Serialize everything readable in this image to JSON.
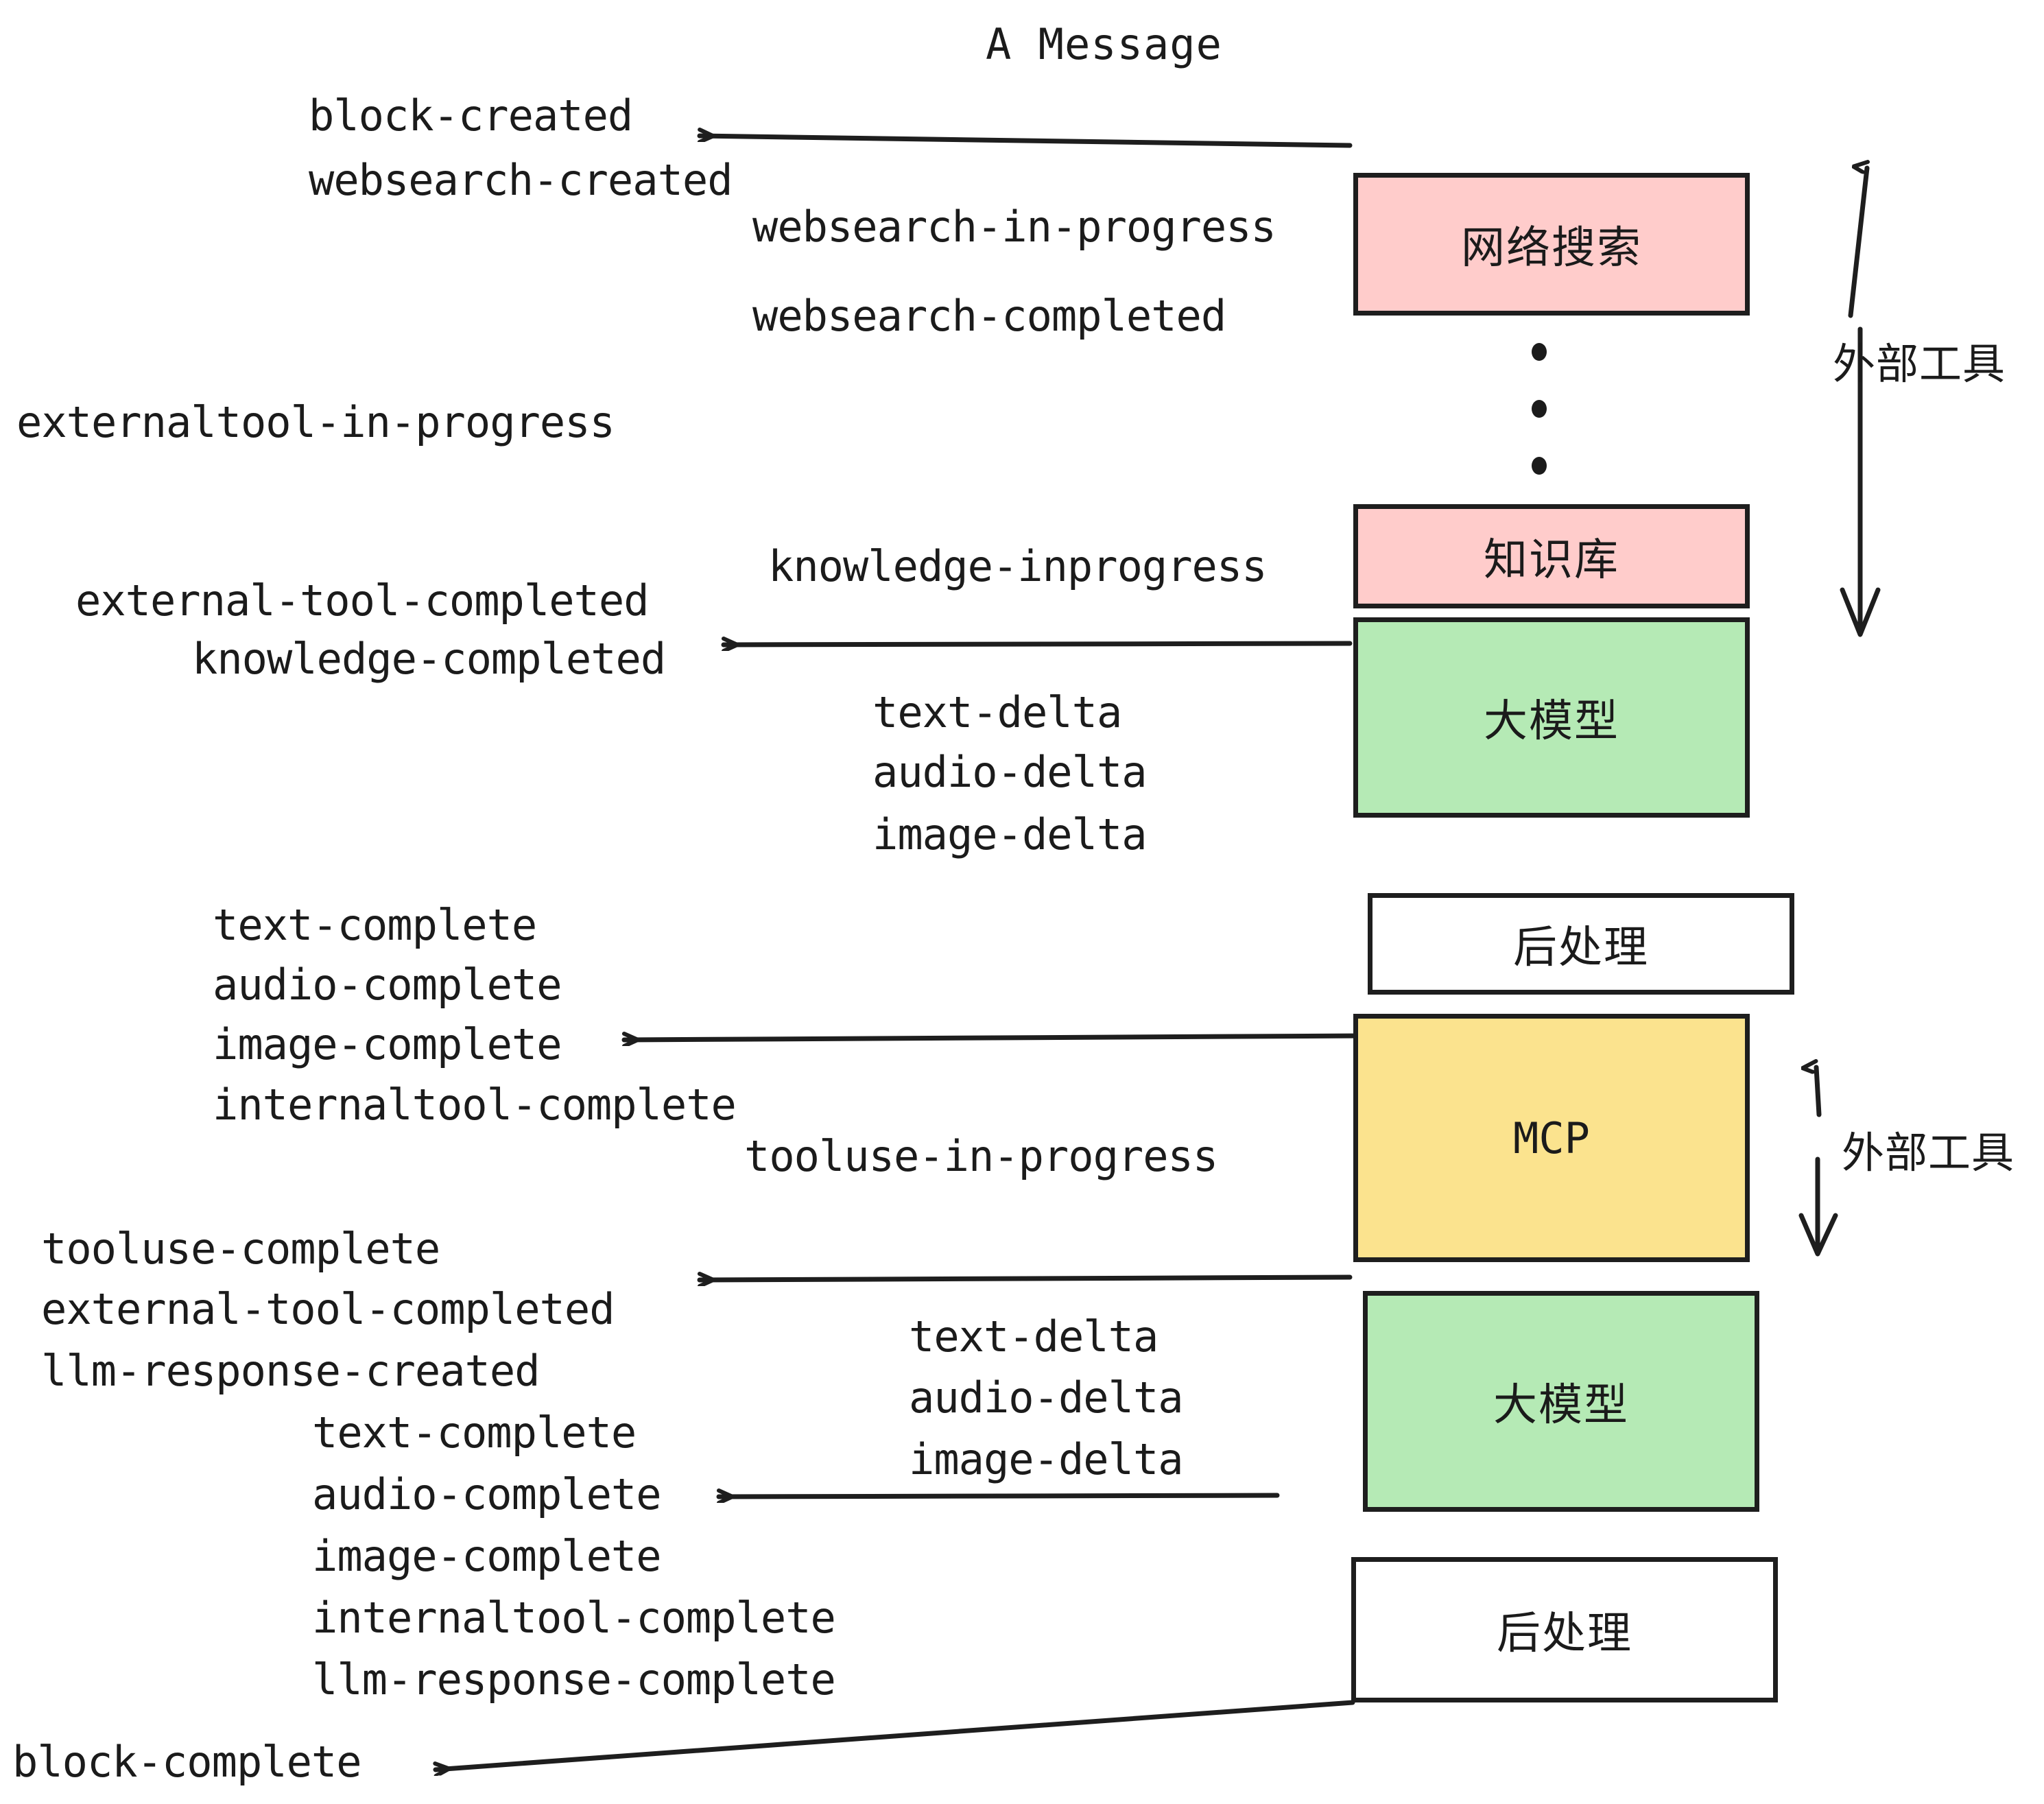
{
  "title": "A Message",
  "colors": {
    "external_tool_fill": "#FFCCCB",
    "llm_fill": "#B5EAB5",
    "mcp_fill": "#FBE38E",
    "postprocess_fill": "#FFFFFF",
    "stroke": "#1E1E1E",
    "text": "#1B1B1B",
    "background": "#FFFFFF"
  },
  "nodes": [
    {
      "id": "websearch",
      "label": "网络搜索",
      "fill": "#FFCCCB",
      "kind": "external-tool"
    },
    {
      "id": "knowledge",
      "label": "知识库",
      "fill": "#FFCCCB",
      "kind": "external-tool"
    },
    {
      "id": "llm-top",
      "label": "大模型",
      "fill": "#B5EAB5",
      "kind": "llm"
    },
    {
      "id": "post-top",
      "label": "后处理",
      "fill": "#FFFFFF",
      "kind": "postprocess"
    },
    {
      "id": "mcp",
      "label": "MCP",
      "fill": "#FBE38E",
      "kind": "external-tool"
    },
    {
      "id": "llm-bottom",
      "label": "大模型",
      "fill": "#B5EAB5",
      "kind": "llm"
    },
    {
      "id": "post-bottom",
      "label": "后处理",
      "fill": "#FFFFFF",
      "kind": "postprocess"
    }
  ],
  "group_labels": [
    {
      "id": "external-tools-top",
      "label": "外部工具"
    },
    {
      "id": "external-tools-bottom",
      "label": "外部工具"
    }
  ],
  "events": [
    {
      "id": "e01",
      "text": "block-created"
    },
    {
      "id": "e02",
      "text": "websearch-created"
    },
    {
      "id": "e03",
      "text": "websearch-in-progress"
    },
    {
      "id": "e04",
      "text": "websearch-completed"
    },
    {
      "id": "e05",
      "text": "externaltool-in-progress"
    },
    {
      "id": "e06",
      "text": "knowledge-inprogress"
    },
    {
      "id": "e07",
      "text": "external-tool-completed"
    },
    {
      "id": "e08",
      "text": "knowledge-completed"
    },
    {
      "id": "e09",
      "text": "text-delta"
    },
    {
      "id": "e10",
      "text": "audio-delta"
    },
    {
      "id": "e11",
      "text": "image-delta"
    },
    {
      "id": "e12",
      "text": "text-complete"
    },
    {
      "id": "e13",
      "text": "audio-complete"
    },
    {
      "id": "e14",
      "text": "image-complete"
    },
    {
      "id": "e15",
      "text": "internaltool-complete"
    },
    {
      "id": "e16",
      "text": "tooluse-in-progress"
    },
    {
      "id": "e17",
      "text": "tooluse-complete"
    },
    {
      "id": "e18",
      "text": "external-tool-completed"
    },
    {
      "id": "e19",
      "text": "llm-response-created"
    },
    {
      "id": "e20",
      "text": "text-complete"
    },
    {
      "id": "e21",
      "text": "audio-complete"
    },
    {
      "id": "e22",
      "text": "image-complete"
    },
    {
      "id": "e23",
      "text": "internaltool-complete"
    },
    {
      "id": "e24",
      "text": "llm-response-complete"
    },
    {
      "id": "e25",
      "text": "block-complete"
    }
  ],
  "ellipsis": {
    "id": "vertical-ellipsis",
    "dots": 3
  }
}
